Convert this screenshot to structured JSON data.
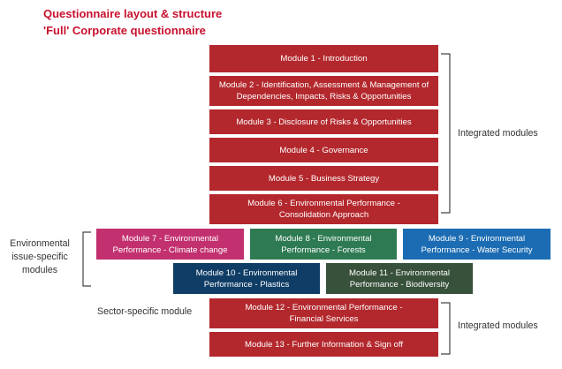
{
  "header": {
    "title": "Questionnaire layout & structure",
    "subtitle": "'Full' Corporate questionnaire"
  },
  "modules": {
    "m1": "Module 1 - Introduction",
    "m2": "Module 2 - Identification, Assessment & Management of\nDependencies, Impacts, Risks & Opportunities",
    "m3": "Module 3 - Disclosure of Risks & Opportunities",
    "m4": "Module 4 - Governance",
    "m5": "Module 5 - Business Strategy",
    "m6": "Module 6 - Environmental Performance -\nConsolidation Approach",
    "m7": "Module 7 - Environmental\nPerformance - Climate change",
    "m8": "Module 8 - Environmental\nPerformance - Forests",
    "m9": "Module 9 - Environmental\nPerformance - Water Security",
    "m10": "Module 10 - Environmental\nPerformance - Plastics",
    "m11": "Module 11 - Environmental\nPerformance - Biodiversity",
    "m12": "Module 12 - Environmental Performance -\nFinancial Services",
    "m13": "Module 13 - Further Information & Sign off"
  },
  "labels": {
    "integrated_top": "Integrated modules",
    "integrated_bottom": "Integrated modules",
    "environmental": "Environmental\nissue-specific\nmodules",
    "sector": "Sector-specific module"
  },
  "colors": {
    "core": "#b3282d",
    "climate": "#c2306f",
    "forests": "#2e7b53",
    "water": "#1b6cb3",
    "plastics": "#0f3d66",
    "biodiversity": "#37513a",
    "title": "#c8102e"
  }
}
